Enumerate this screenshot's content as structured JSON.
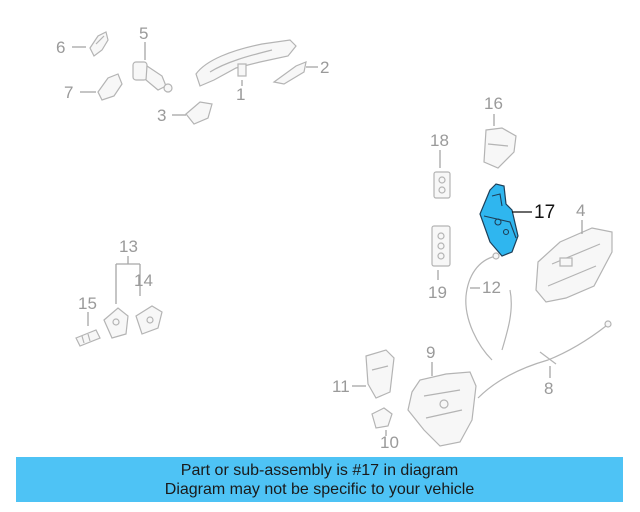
{
  "callouts": {
    "c1": "1",
    "c2": "2",
    "c3": "3",
    "c4": "4",
    "c5": "5",
    "c6": "6",
    "c7": "7",
    "c8": "8",
    "c9": "9",
    "c10": "10",
    "c11": "11",
    "c12": "12",
    "c13": "13",
    "c14": "14",
    "c15": "15",
    "c16": "16",
    "c17": "17",
    "c18": "18",
    "c19": "19"
  },
  "highlighted_part": "17",
  "colors": {
    "highlight_fill": "#2fb6ef",
    "banner_background": "#4ec3f5",
    "inactive_callout": "#9a9a9a"
  },
  "banner": {
    "line1": "Part or sub-assembly is #17 in diagram",
    "line2": "Diagram may not be specific to your vehicle"
  }
}
